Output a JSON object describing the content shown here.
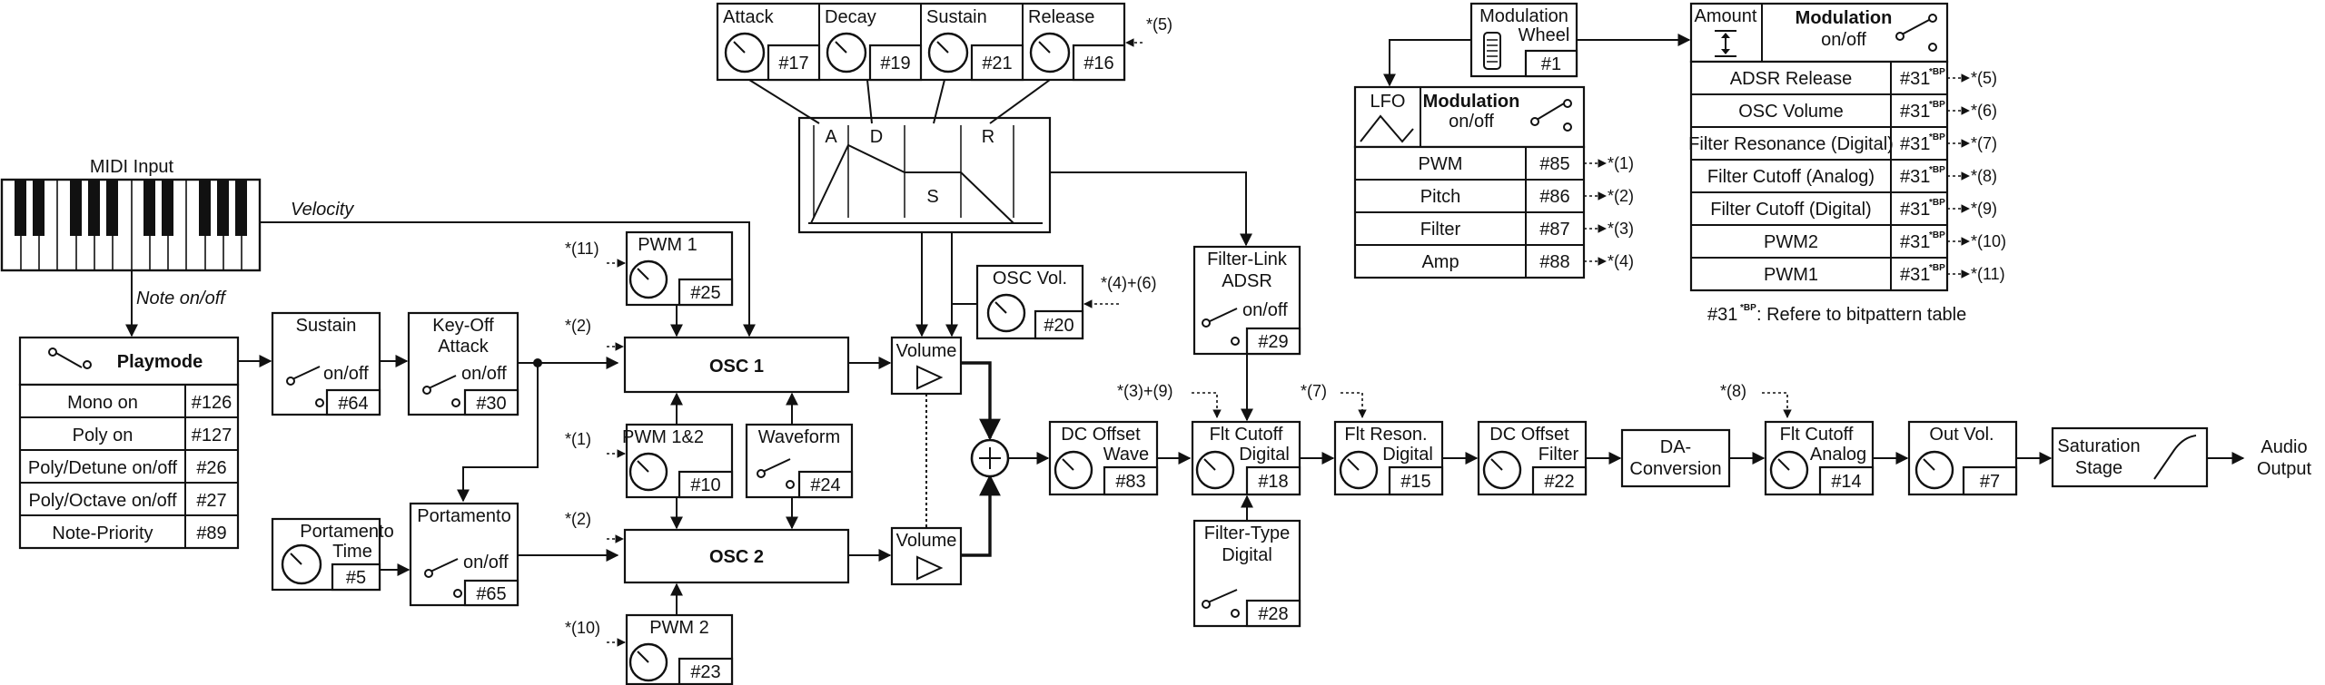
{
  "midi_input": {
    "label": "MIDI Input",
    "velocity": "Velocity",
    "note": "Note on/off"
  },
  "envelope": {
    "attack": {
      "label": "Attack",
      "cc": "#17"
    },
    "decay": {
      "label": "Decay",
      "cc": "#19"
    },
    "sustain": {
      "label": "Sustain",
      "cc": "#21"
    },
    "release": {
      "label": "Release",
      "cc": "#16"
    },
    "release_ref": "*(5)",
    "graph_a": "A",
    "graph_d": "D",
    "graph_s": "S",
    "graph_r": "R"
  },
  "playmode": {
    "title": "Playmode",
    "rows": [
      {
        "label": "Mono on",
        "cc": "#126"
      },
      {
        "label": "Poly on",
        "cc": "#127"
      },
      {
        "label": "Poly/Detune on/off",
        "cc": "#26"
      },
      {
        "label": "Poly/Octave on/off",
        "cc": "#27"
      },
      {
        "label": "Note-Priority",
        "cc": "#89"
      }
    ]
  },
  "sustain_switch": {
    "label": "Sustain",
    "state": "on/off",
    "cc": "#64"
  },
  "keyoff": {
    "line1": "Key-Off",
    "line2": "Attack",
    "state": "on/off",
    "cc": "#30"
  },
  "portamento": {
    "label": "Portamento",
    "state": "on/off",
    "cc": "#65",
    "time_line1": "Portamento",
    "time_line2": "Time",
    "time_cc": "#5"
  },
  "pwm1": {
    "label": "PWM 1",
    "cc": "#25",
    "ref": "*(11)"
  },
  "pwm12": {
    "label": "PWM 1&2",
    "cc": "#10",
    "ref": "*(1)"
  },
  "pwm2": {
    "label": "PWM 2",
    "cc": "#23",
    "ref": "*(10)"
  },
  "waveform": {
    "label": "Waveform",
    "cc": "#24"
  },
  "osc1": {
    "label": "OSC 1",
    "ref": "*(2)"
  },
  "osc2": {
    "label": "OSC 2",
    "ref": "*(2)"
  },
  "volume": {
    "label1": "Volume",
    "label2": "Volume"
  },
  "osc_vol": {
    "label": "OSC Vol.",
    "cc": "#20",
    "ref": "*(4)+(6)"
  },
  "dc_wave": {
    "line1": "DC Offset",
    "line2": "Wave",
    "cc": "#83"
  },
  "filter_link": {
    "line1": "Filter-Link",
    "line2": "ADSR",
    "state": "on/off",
    "cc": "#29"
  },
  "flt_cutoff_dig": {
    "line1": "Flt Cutoff",
    "line2": "Digital",
    "cc": "#18",
    "ref": "*(3)+(9)"
  },
  "filter_type": {
    "line1": "Filter-Type",
    "line2": "Digital",
    "cc": "#28"
  },
  "flt_reson": {
    "line1": "Flt Reson.",
    "line2": "Digital",
    "cc": "#15",
    "ref": "*(7)"
  },
  "dc_filter": {
    "line1": "DC Offset",
    "line2": "Filter",
    "cc": "#22"
  },
  "da_conv": {
    "line1": "DA-",
    "line2": "Conversion"
  },
  "flt_cutoff_ana": {
    "line1": "Flt Cutoff",
    "line2": "Analog",
    "cc": "#14",
    "ref": "*(8)"
  },
  "out_vol": {
    "label": "Out Vol.",
    "cc": "#7"
  },
  "saturation": {
    "line1": "Saturation",
    "line2": "Stage"
  },
  "audio_out": {
    "line1": "Audio",
    "line2": "Output"
  },
  "mod_wheel": {
    "line1": "Modulation",
    "line2": "Wheel",
    "cc": "#1"
  },
  "lfo": {
    "label": "LFO",
    "mod_title": "Modulation",
    "mod_state": "on/off",
    "rows": [
      {
        "label": "PWM",
        "cc": "#85",
        "ref": "*(1)"
      },
      {
        "label": "Pitch",
        "cc": "#86",
        "ref": "*(2)"
      },
      {
        "label": "Filter",
        "cc": "#87",
        "ref": "*(3)"
      },
      {
        "label": "Amp",
        "cc": "#88",
        "ref": "*(4)"
      }
    ]
  },
  "wheel_mod": {
    "amount": "Amount",
    "mod_title": "Modulation",
    "mod_state": "on/off",
    "cc": "#31",
    "sup": "*BP",
    "rows": [
      {
        "label": "ADSR Release",
        "ref": "*(5)"
      },
      {
        "label": "OSC Volume",
        "ref": "*(6)"
      },
      {
        "label": "Filter Resonance (Digital)",
        "ref": "*(7)"
      },
      {
        "label": "Filter Cutoff (Analog)",
        "ref": "*(8)"
      },
      {
        "label": "Filter Cutoff (Digital)",
        "ref": "*(9)"
      },
      {
        "label": "PWM2",
        "ref": "*(10)"
      },
      {
        "label": "PWM1",
        "ref": "*(11)"
      }
    ],
    "note_cc": "#31",
    "note_sup": "*BP",
    "note_text": ": Refere to bitpattern table"
  }
}
